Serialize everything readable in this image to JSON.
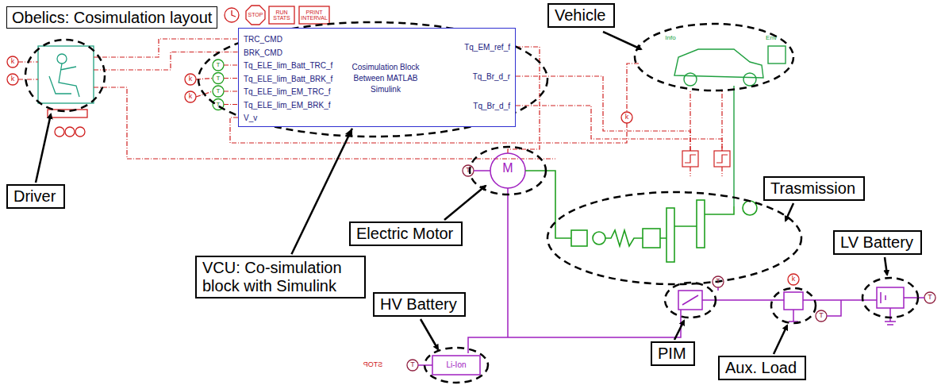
{
  "diagram": {
    "title": "Obelics: Cosimulation layout",
    "nodes": [
      {
        "text": [
          "Vehicle"
        ]
      },
      {
        "text": [
          "Driver"
        ]
      },
      {
        "text": [
          "TRC_CMD",
          "BRK_CMD",
          "Tq_ELE_lim_Batt_TRC_f",
          "Tq_ELE_lim_Batt_BRK_f",
          "Tq_ELE_lim_EM_TRC_f",
          "Tq_ELE_lim_EM_BRK_f",
          "V_v",
          "Cosimulation Block Between MATLAB Simulink",
          "Tq_EM_ref_f",
          "Tq_Br_d_r",
          "Tq_Br_d_f"
        ]
      },
      {
        "text": [
          "VCU: Co-simulation block with Simulink"
        ]
      },
      {
        "text": [
          "Electric Motor"
        ]
      },
      {
        "text": [
          "Trasmission"
        ]
      },
      {
        "text": [
          "LV Battery"
        ]
      },
      {
        "text": [
          "HV Battery"
        ]
      },
      {
        "text": [
          "PIM"
        ]
      },
      {
        "text": [
          "Aux. Load"
        ]
      }
    ],
    "edges": [
      {
        "from": 3,
        "to": 2,
        "arrow": "to"
      }
    ],
    "labels": [
      "STOP",
      "RUN STATS",
      "PRINT INTERVAL",
      "STOP",
      "k",
      "k",
      "k",
      "k",
      "k",
      "k",
      "T",
      "T",
      "T",
      "T",
      "T",
      "T",
      "T",
      "T",
      "T",
      "M",
      "Li-Ion",
      "Info",
      "Env"
    ]
  }
}
